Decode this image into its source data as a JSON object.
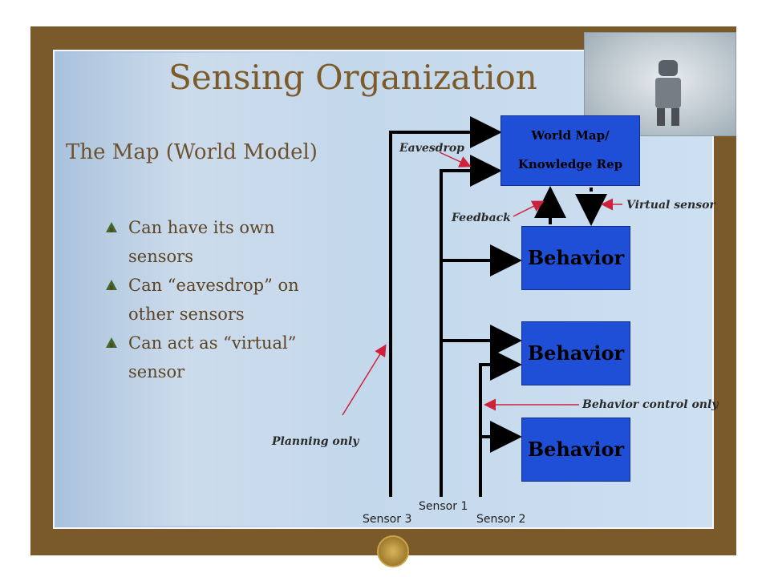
{
  "title": "Sensing Organization",
  "subtitle": "The Map (World Model)",
  "bullets": [
    {
      "line1": "Can have its own",
      "line2": "sensors"
    },
    {
      "line1": "Can “eavesdrop” on",
      "line2": "other sensors"
    },
    {
      "line1": "Can act as “virtual”",
      "line2": "sensor"
    }
  ],
  "diagram": {
    "world_map_line1": "World Map/",
    "world_map_line2": "Knowledge Rep",
    "behavior_1": "Behavior",
    "behavior_2": "Behavior",
    "behavior_3": "Behavior",
    "labels": {
      "eavesdrop": "Eavesdrop",
      "feedback": "Feedback",
      "virtual_sensor": "Virtual sensor",
      "behavior_control_only": "Behavior control only",
      "planning_only": "Planning only"
    },
    "sensors": {
      "sensor1": "Sensor 1",
      "sensor2": "Sensor 2",
      "sensor3": "Sensor 3"
    }
  },
  "colors": {
    "frame": "#7a5a2a",
    "box": "#1f4fd6",
    "arrow_red": "#d0213a",
    "title": "#7d5a28"
  }
}
